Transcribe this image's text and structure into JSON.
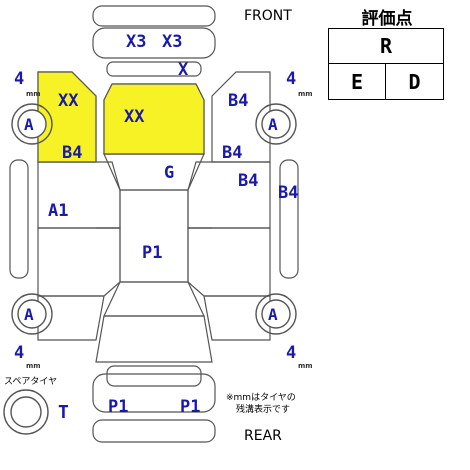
{
  "labels": {
    "front": "FRONT",
    "rear": "REAR",
    "spare_tire": "スペアタイヤ",
    "note_line1": "※mmはタイヤの",
    "note_line2": "残溝表示です"
  },
  "grade": {
    "title": "評価点",
    "overall": "R",
    "exterior": "E",
    "interior": "D"
  },
  "tires": {
    "front_left": {
      "tread": "4",
      "unit": "mm",
      "code": "A"
    },
    "front_right": {
      "tread": "4",
      "unit": "mm",
      "code": "A"
    },
    "rear_left": {
      "tread": "4",
      "unit": "mm",
      "code": "A"
    },
    "rear_right": {
      "tread": "4",
      "unit": "mm",
      "code": "A"
    },
    "spare": {
      "code": "T"
    }
  },
  "damage_marks": {
    "front_bumper_left": "X3",
    "front_bumper_right": "X3",
    "front_grille": "X",
    "left_fender_top": "XX",
    "left_fender_bottom": "B4",
    "hood": "XX",
    "right_fender_top": "B4",
    "right_fender_bottom": "B4",
    "windshield": "G",
    "right_front_door": "B4",
    "right_side": "B4",
    "left_front_door": "A1",
    "roof": "P1",
    "rear_bumper_left": "P1",
    "rear_bumper_right": "P1"
  },
  "colors": {
    "mark_blue": "#1a1aa8",
    "highlight_yellow": "#f4f000",
    "outline": "#555555"
  }
}
